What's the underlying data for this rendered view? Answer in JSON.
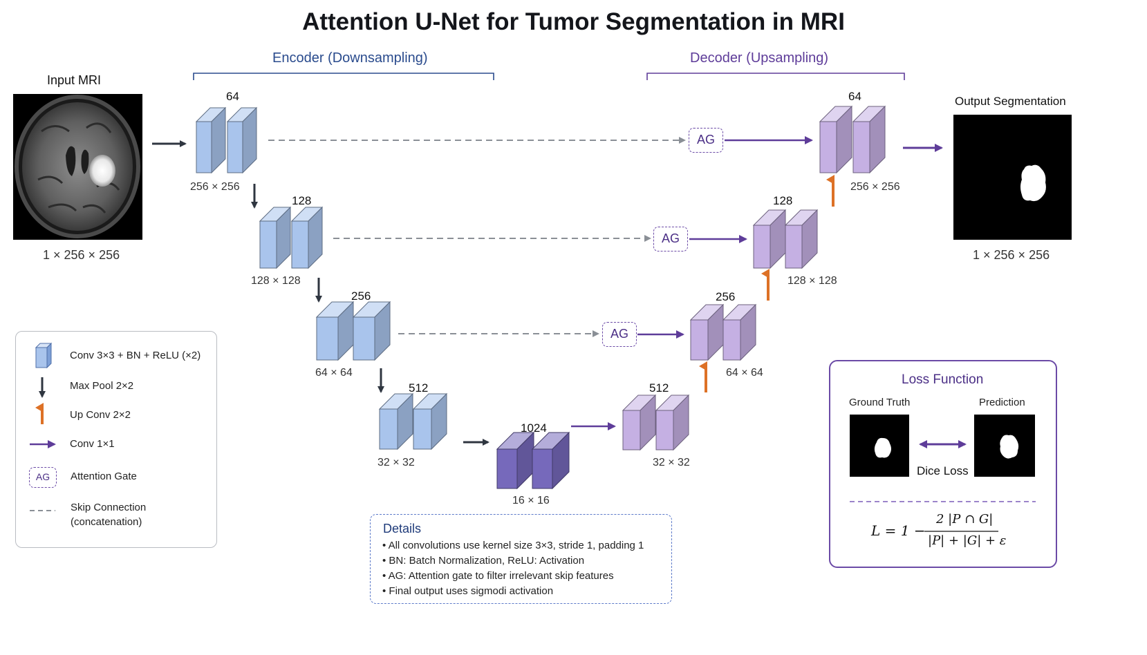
{
  "title": "Attention U-Net for Tumor Segmentation in MRI",
  "sections": {
    "encoder": "Encoder (Downsampling)",
    "decoder": "Decoder (Upsampling)"
  },
  "input": {
    "label": "Input MRI",
    "dims": "1 × 256 × 256"
  },
  "output": {
    "label": "Output Segmentation",
    "dims": "1 × 256 × 256"
  },
  "encoder_blocks": [
    {
      "channels": "64",
      "size": "256 × 256"
    },
    {
      "channels": "128",
      "size": "128 × 128"
    },
    {
      "channels": "256",
      "size": "64 × 64"
    },
    {
      "channels": "512",
      "size": "32 × 32"
    }
  ],
  "bottleneck": {
    "channels": "1024",
    "size": "16 × 16"
  },
  "decoder_blocks": [
    {
      "channels": "64",
      "size": "256 × 256"
    },
    {
      "channels": "128",
      "size": "128 × 128"
    },
    {
      "channels": "256",
      "size": "64 × 64"
    },
    {
      "channels": "512",
      "size": "32 × 32"
    }
  ],
  "attention_gate_label": "AG",
  "legend": [
    {
      "icon": "conv-block-icon",
      "label": "Conv 3×3 + BN + ReLU (×2)"
    },
    {
      "icon": "max-pool-arrow-icon",
      "label": "Max Pool 2×2"
    },
    {
      "icon": "up-conv-arrow-icon",
      "label": "Up Conv 2×2"
    },
    {
      "icon": "conv1x1-arrow-icon",
      "label": "Conv 1×1"
    },
    {
      "icon": "attention-gate-icon",
      "label": "Attention Gate"
    },
    {
      "icon": "skip-connection-icon",
      "label": "Skip Connection",
      "label2": "(concatenation)"
    }
  ],
  "loss": {
    "title": "Loss Function",
    "ground_truth": "Ground Truth",
    "prediction": "Prediction",
    "dice": "Dice Loss",
    "formula": {
      "lhs": "L = 1 −",
      "numerator": "2 |P ∩ G|",
      "denominator": "|P| + |G| + ε"
    }
  },
  "details": {
    "title": "Details",
    "items": [
      "All convolutions use kernel size 3×3, stride 1, padding 1",
      "BN: Batch Normalization, ReLU: Activation",
      "AG: Attention gate to filter irrelevant skip features",
      "Final output uses sigmodi activation"
    ]
  },
  "colors": {
    "encoder_block": "#a9c4ec",
    "bottleneck_block": "#7669bb",
    "decoder_block": "#c5b0e3",
    "encoder_text": "#2a4b8d",
    "decoder_text": "#5e3c99",
    "pool_arrow": "#2f3640",
    "upconv_arrow": "#dd7126",
    "conv1x1_arrow": "#5e3c99",
    "skip_line": "#8a8f96"
  }
}
